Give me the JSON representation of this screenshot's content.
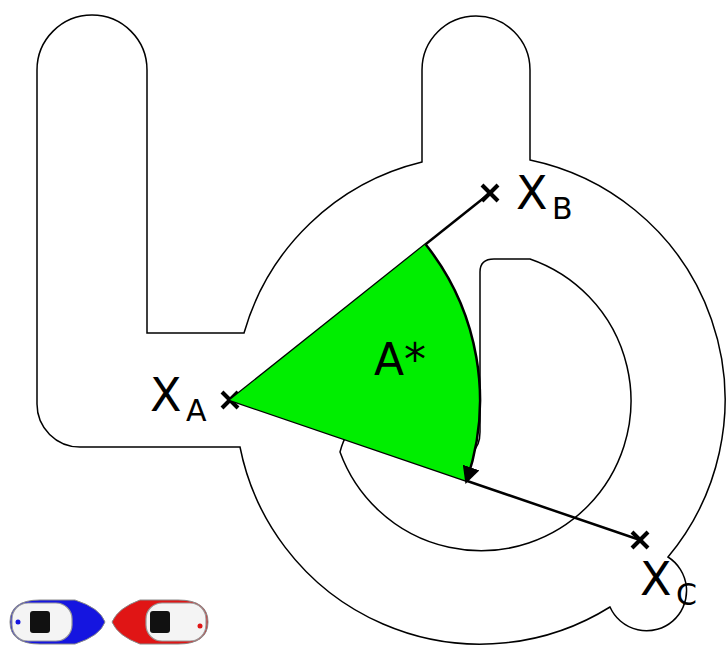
{
  "diagram": {
    "nodes": [
      {
        "text": [
          "A*"
        ]
      }
    ],
    "labels": [
      "X",
      "A",
      "X",
      "B",
      "X",
      "C"
    ]
  }
}
